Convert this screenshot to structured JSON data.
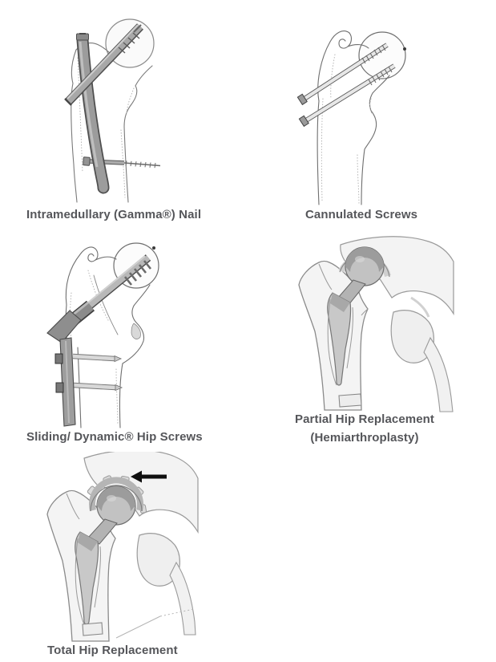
{
  "page": {
    "background_color": "#ffffff",
    "caption_color": "#55565a"
  },
  "figures": [
    {
      "id": "intramedullary-nail",
      "caption": "Intramedullary (Gamma®) Nail",
      "illustration": "proximal femur with intramedullary nail, angled lag screw into femoral head, distal locking screw"
    },
    {
      "id": "cannulated-screws",
      "caption": "Cannulated Screws",
      "illustration": "proximal femur with two parallel cannulated screws through neck into head"
    },
    {
      "id": "sliding-dynamic-hip-screws",
      "caption": "Sliding/ Dynamic® Hip Screws",
      "illustration": "proximal femur with sliding hip screw, side plate and two cortical screws"
    },
    {
      "id": "partial-hip-replacement",
      "caption_line1": "Partial Hip Replacement",
      "caption_line2": "(Hemiarthroplasty)",
      "illustration": "femoral stem prosthesis with ball head articulating in natural acetabulum of pelvis"
    },
    {
      "id": "total-hip-replacement",
      "caption": "Total Hip Replacement",
      "annotation": "black arrow pointing to acetabular cup",
      "illustration": "femoral stem prosthesis with ball head in pegged acetabular cup implant"
    }
  ]
}
